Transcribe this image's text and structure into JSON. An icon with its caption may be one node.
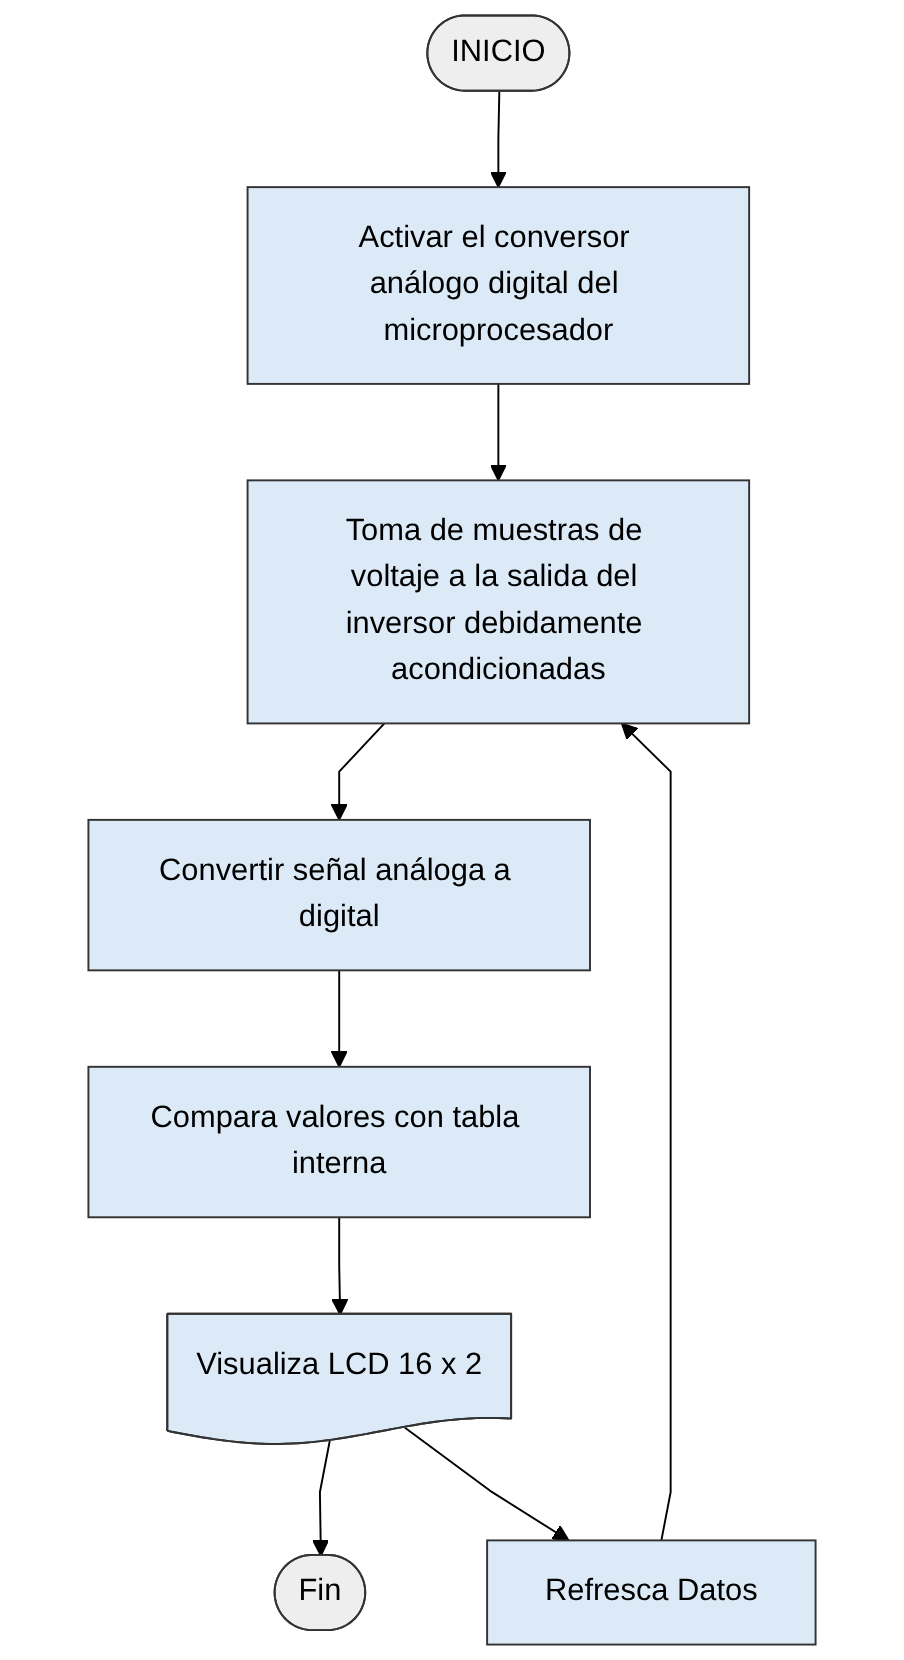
{
  "diagram": {
    "nodes": [
      {
        "text": [
          "INICIO"
        ]
      },
      {
        "text": [
          "Activar el conversor análogo digital del microprocesador"
        ]
      },
      {
        "text": [
          "Toma de muestras de voltaje a la salida del inversor debidamente acondicionadas"
        ]
      },
      {
        "text": [
          "Convertir señal análoga a digital"
        ]
      },
      {
        "text": [
          "Compara valores con tabla interna"
        ]
      },
      {
        "text": [
          "Visualiza LCD 16 x 2"
        ]
      },
      {
        "text": [
          "Fin"
        ]
      },
      {
        "text": [
          "Refresca Datos"
        ]
      }
    ],
    "edges": [
      {
        "from": 0,
        "to": 1,
        "arrow": "to"
      },
      {
        "from": 1,
        "to": 2,
        "arrow": "to"
      },
      {
        "from": 2,
        "to": 3,
        "arrow": "to"
      },
      {
        "from": 3,
        "to": 4,
        "arrow": "to"
      },
      {
        "from": 4,
        "to": 5,
        "arrow": "to"
      },
      {
        "from": 5,
        "to": 6,
        "arrow": "to"
      },
      {
        "from": 5,
        "to": 7,
        "arrow": "to"
      },
      {
        "from": 7,
        "to": 2,
        "arrow": "to"
      }
    ]
  }
}
